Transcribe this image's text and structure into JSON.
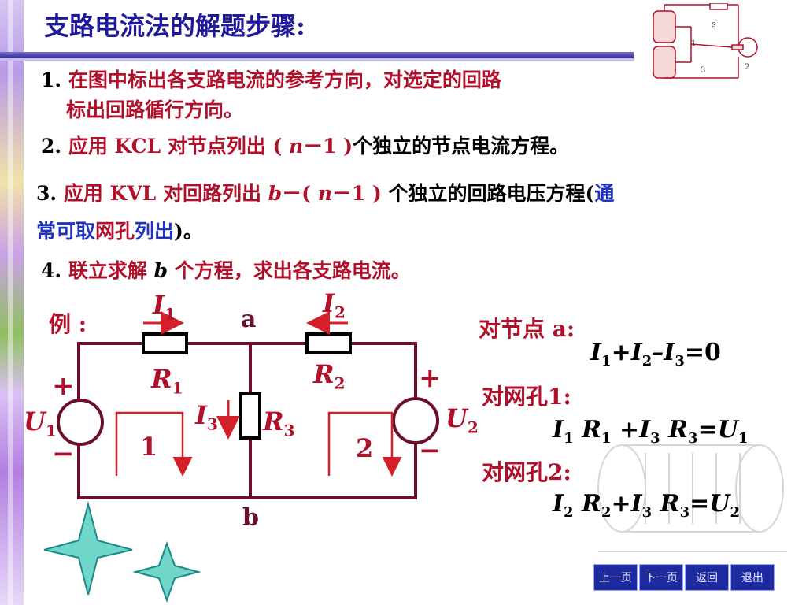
{
  "title": "支路电流法的解题步骤:",
  "steps": {
    "s1": {
      "num": "1.",
      "line1": "在图中标出各支路电流的参考方向，对选定的回路",
      "line2": "标出回路循行方向。"
    },
    "s2": {
      "num": "2.",
      "a": "应用 KCL 对节点列出 ( ",
      "n": "n",
      "b": "－1 )",
      "c": "个独立的节点电流方程。"
    },
    "s3": {
      "num": "3.",
      "a": "应用 KVL 对回路列出 ",
      "bvar": "b",
      "b": "－( ",
      "n": "n",
      "c": "－1 ) ",
      "d": "个独立的回路电压方程(",
      "e": "通",
      "line2a": "常可取",
      "line2b": "网孔",
      "line2c": "列出",
      "line2d": ")。"
    },
    "s4": {
      "num": "4.",
      "a": "联立求解 ",
      "bvar": "b",
      "c": " 个方程，求出各支路电流。"
    }
  },
  "example_label": "例 :",
  "circuit": {
    "node_a": "a",
    "node_b": "b",
    "I1": "I",
    "I1_sub": "1",
    "I2": "I",
    "I2_sub": "2",
    "I3": "I",
    "I3_sub": "3",
    "R1": "R",
    "R1_sub": "1",
    "R2": "R",
    "R2_sub": "2",
    "R3": "R",
    "R3_sub": "3",
    "U1": "U",
    "U1_sub": "1",
    "U2": "U",
    "U2_sub": "2",
    "plus": "+",
    "minus": "−",
    "loop1": "1",
    "loop2": "2"
  },
  "equations": {
    "node_label": "对节点 a:",
    "node_eq": {
      "p1": "I",
      "s1": "1",
      "p2": "+I",
      "s2": "2",
      "p3": "–I",
      "s3": "3",
      "p4": "=0"
    },
    "mesh1_label": "对网孔1:",
    "mesh1_eq": {
      "p1": "I",
      "s1": "1",
      "p2": " R",
      "s2": "1",
      "p3": " +I",
      "s3": "3",
      "p4": " R",
      "s4": "3",
      "p5": "=U",
      "s5": "1"
    },
    "mesh2_label": "对网孔2:",
    "mesh2_eq": {
      "p1": "I",
      "s1": "2",
      "p2": " R",
      "s2": "2",
      "p3": "+I",
      "s3": "3",
      "p4": " R",
      "s4": "3",
      "p5": "=U",
      "s5": "2"
    }
  },
  "thumbnail": {
    "s": "s",
    "n1": "1",
    "n2": "2",
    "n3": "3"
  },
  "nav": {
    "prev": "上一页",
    "next": "下一页",
    "back": "返回",
    "exit": "退出"
  },
  "colors": {
    "title": "#1f1a9a",
    "text_red": "#b0102a",
    "text_blue": "#1f33c0",
    "wire": "#6b0f2a",
    "arrow": "#d4202a"
  }
}
